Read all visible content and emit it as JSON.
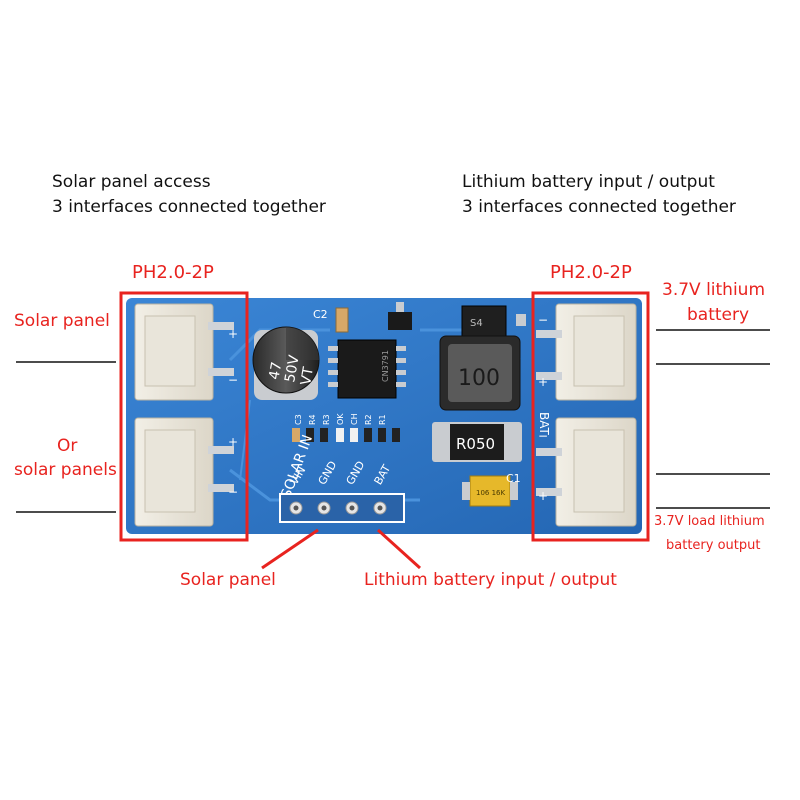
{
  "header": {
    "left_line1": "Solar panel access",
    "left_line2": "3 interfaces connected together",
    "right_line1": "Lithium battery input / output",
    "right_line2": "3 interfaces connected together"
  },
  "labels": {
    "connector_left": "PH2.0-2P",
    "connector_right": "PH2.0-2P",
    "solar_panel_top": "Solar panel",
    "or": "Or",
    "solar_panels": "solar panels",
    "battery_line1": "3.7V lithium",
    "battery_line2": "battery",
    "load_line1": "3.7V load lithium",
    "load_line2": "battery output",
    "bottom_solar": "Solar panel",
    "bottom_battery": "Lithium battery input / output"
  },
  "board": {
    "silk_solar_in": "SOLAR IN",
    "silk_bat": "BAT",
    "silk_c2": "C2",
    "silk_c1": "C1",
    "cap_line1": "47",
    "cap_line2": "50V",
    "cap_line3": "VT",
    "inductor": "100",
    "resistor": "R050",
    "chip_text": "CN3791",
    "ic_top": "S4",
    "small_labels": [
      "C3",
      "R4",
      "R3",
      "OK",
      "CH",
      "R2",
      "R1"
    ],
    "pin_labels": [
      "VIN",
      "GND",
      "GND",
      "BAT"
    ],
    "tantalum_text": "106 16K",
    "plus": "+",
    "minus": "−"
  },
  "colors": {
    "board": "#2f78c8",
    "annotation": "#e8231f"
  }
}
